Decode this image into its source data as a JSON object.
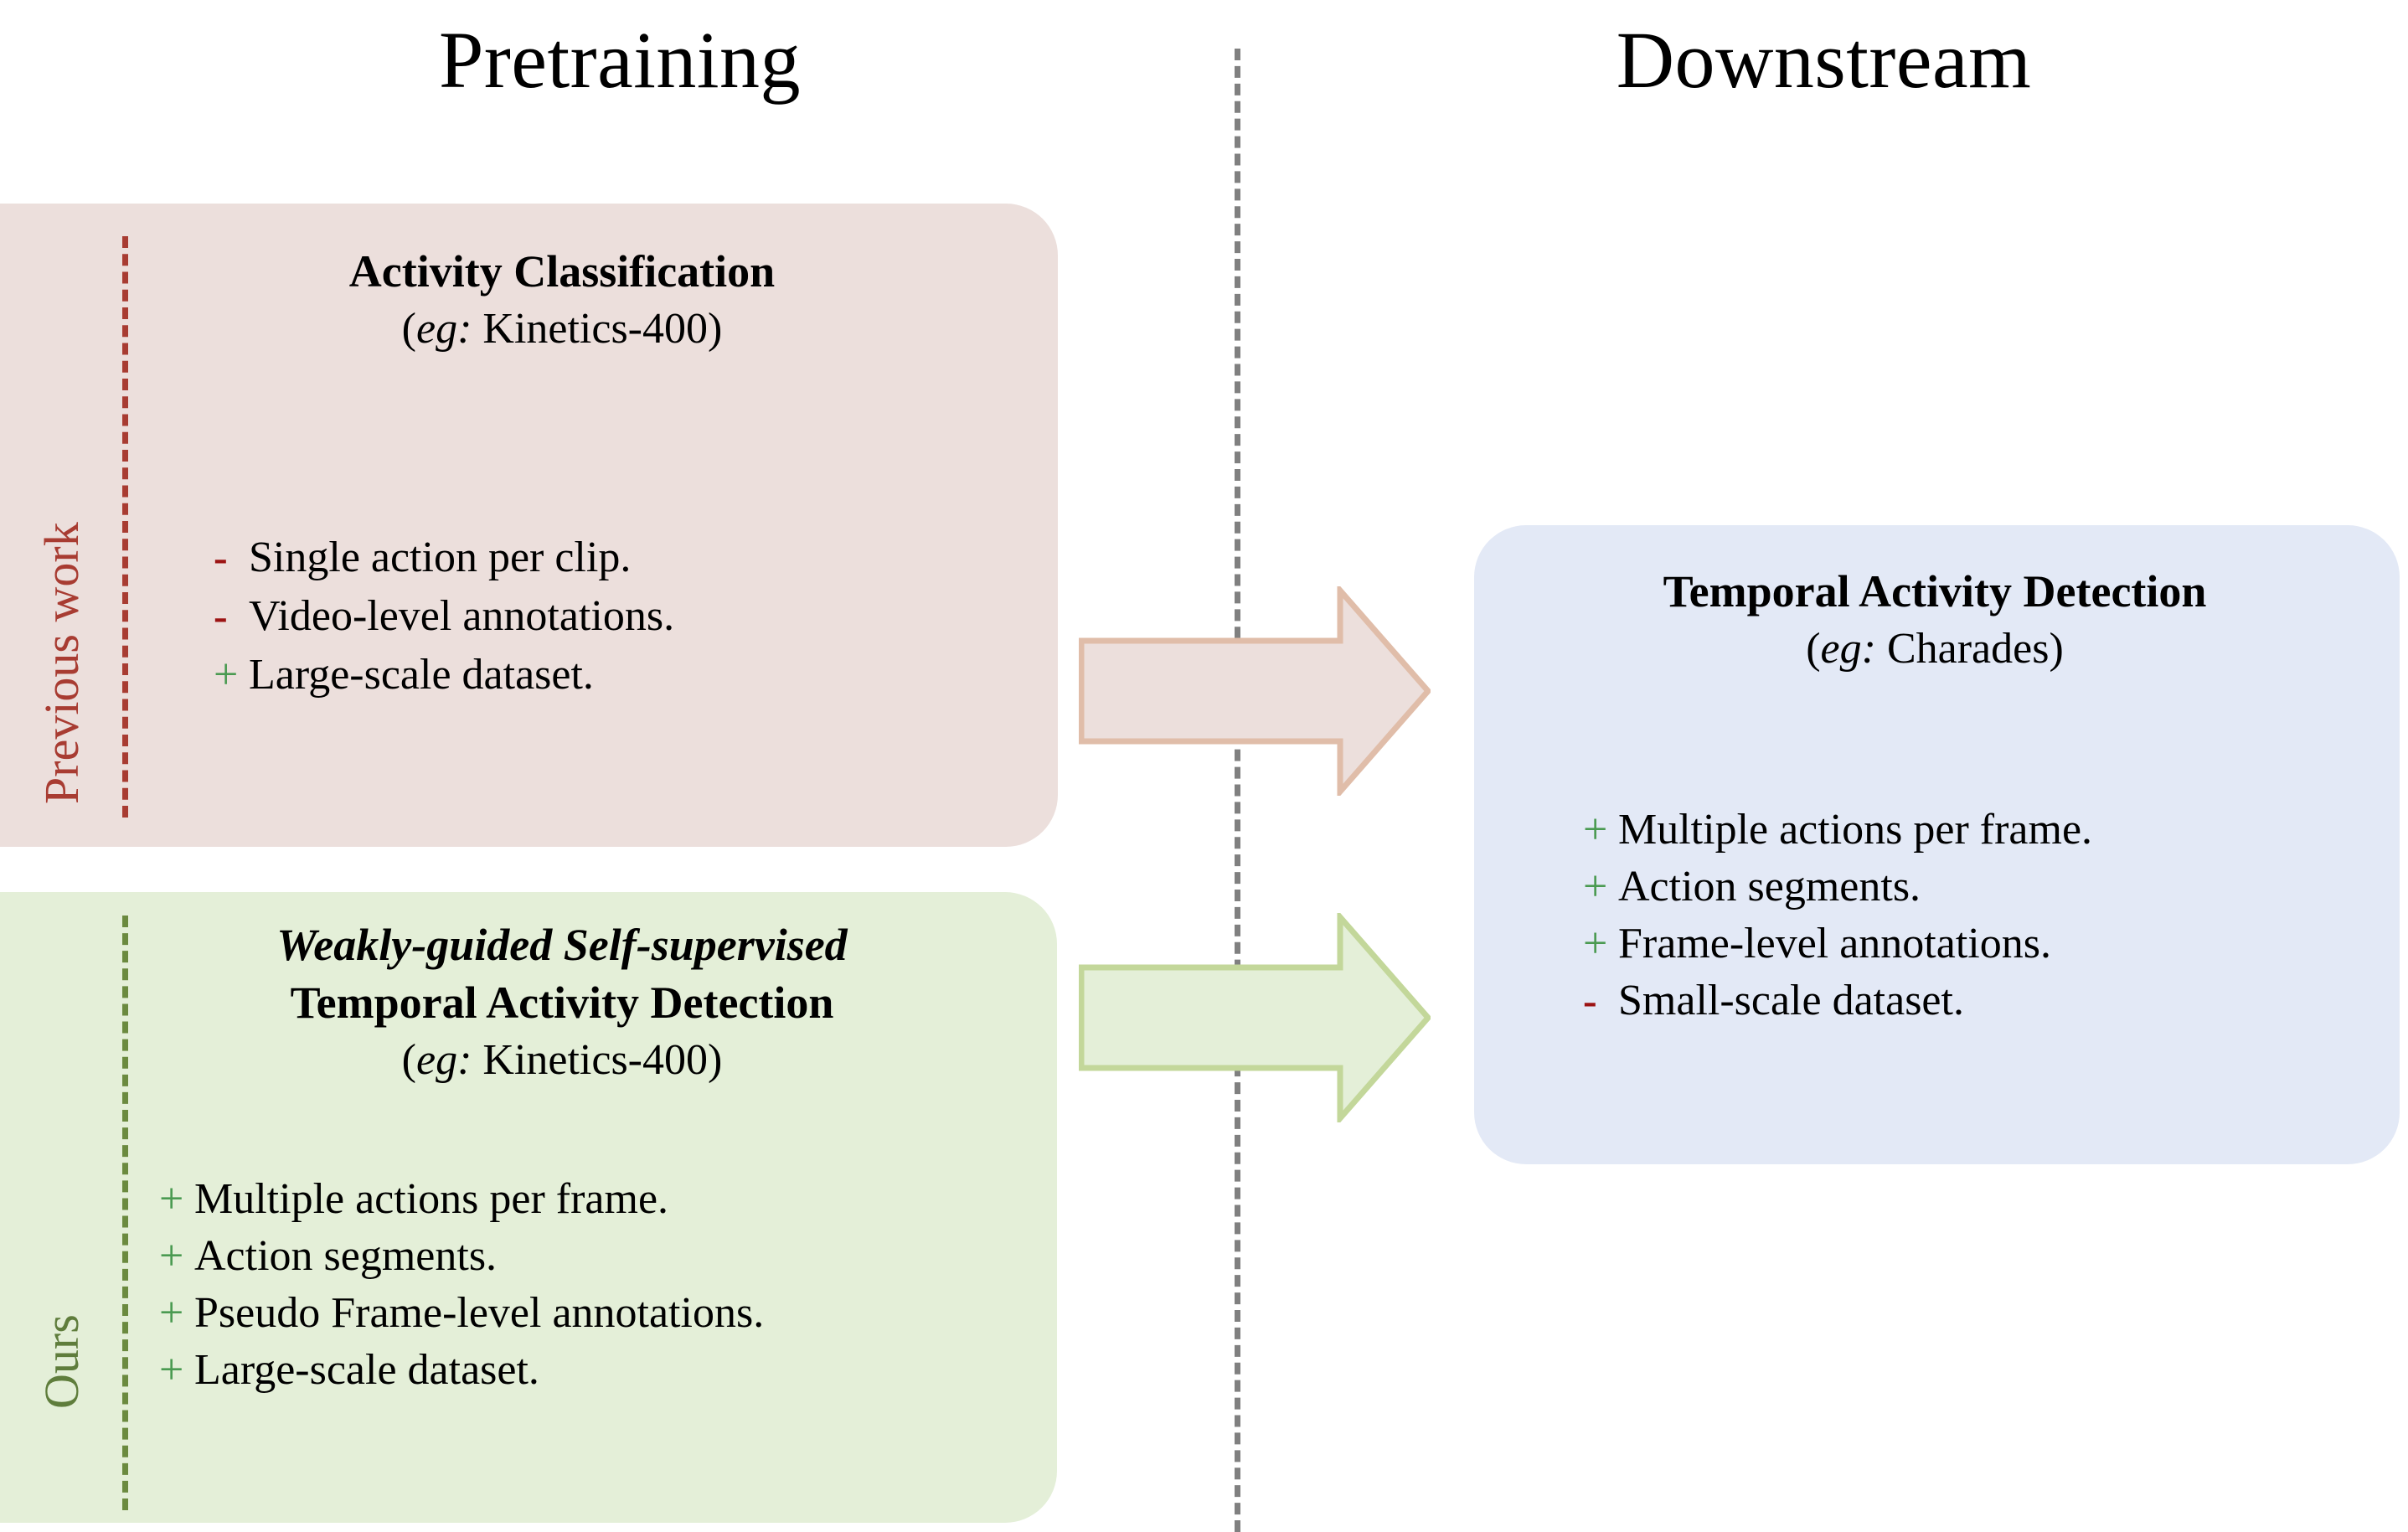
{
  "headers": {
    "pretraining": "Pretraining",
    "downstream": "Downstream"
  },
  "side_labels": {
    "previous": "Previous work",
    "ours": "Ours"
  },
  "panels": {
    "previous": {
      "title": "Activity Classification",
      "example_prefix": "eg:",
      "example_value": " Kinetics-400",
      "example_open": "(",
      "example_close": ")",
      "bullets": [
        {
          "sign": "-",
          "sign_type": "minus",
          "text": "Single action per clip."
        },
        {
          "sign": "-",
          "sign_type": "minus",
          "text": "Video-level annotations."
        },
        {
          "sign": "+",
          "sign_type": "plus",
          "text": "Large-scale dataset."
        }
      ]
    },
    "ours": {
      "title_line1": "Weakly-guided Self-supervised",
      "title_line2": "Temporal Activity Detection",
      "example_prefix": "eg:",
      "example_value": " Kinetics-400",
      "example_open": "(",
      "example_close": ")",
      "bullets": [
        {
          "sign": "+",
          "sign_type": "plus",
          "text": "Multiple actions per frame."
        },
        {
          "sign": "+",
          "sign_type": "plus",
          "text": "Action segments."
        },
        {
          "sign": "+",
          "sign_type": "plus",
          "text": "Pseudo Frame-level annotations."
        },
        {
          "sign": "+",
          "sign_type": "plus",
          "text": "Large-scale dataset."
        }
      ]
    },
    "downstream": {
      "title": "Temporal Activity Detection",
      "example_prefix": "eg:",
      "example_value": " Charades",
      "example_open": "(",
      "example_close": ")",
      "bullets": [
        {
          "sign": "+",
          "sign_type": "plus",
          "text": "Multiple actions per frame."
        },
        {
          "sign": "+",
          "sign_type": "plus",
          "text": "Action segments."
        },
        {
          "sign": "+",
          "sign_type": "plus",
          "text": "Frame-level annotations."
        },
        {
          "sign": "-",
          "sign_type": "minus",
          "text": "Small-scale dataset."
        }
      ]
    }
  },
  "arrows": {
    "previous_to_downstream": "arrow-right",
    "ours_to_downstream": "arrow-right"
  },
  "colors": {
    "panel_previous_bg": "#ecdfdc",
    "panel_ours_bg": "#e4efd8",
    "panel_downstream_bg": "#e3e9f6",
    "label_previous": "#a83c32",
    "label_ours": "#5f7d3c",
    "plus_sign": "#4a9a51",
    "minus_sign": "#9c1313",
    "arrow_previous_fill": "#ecdfdc",
    "arrow_previous_stroke": "#e0bda9",
    "arrow_ours_fill": "#e4efd8",
    "arrow_ours_stroke": "#c3d79a",
    "divider": "#808080"
  }
}
